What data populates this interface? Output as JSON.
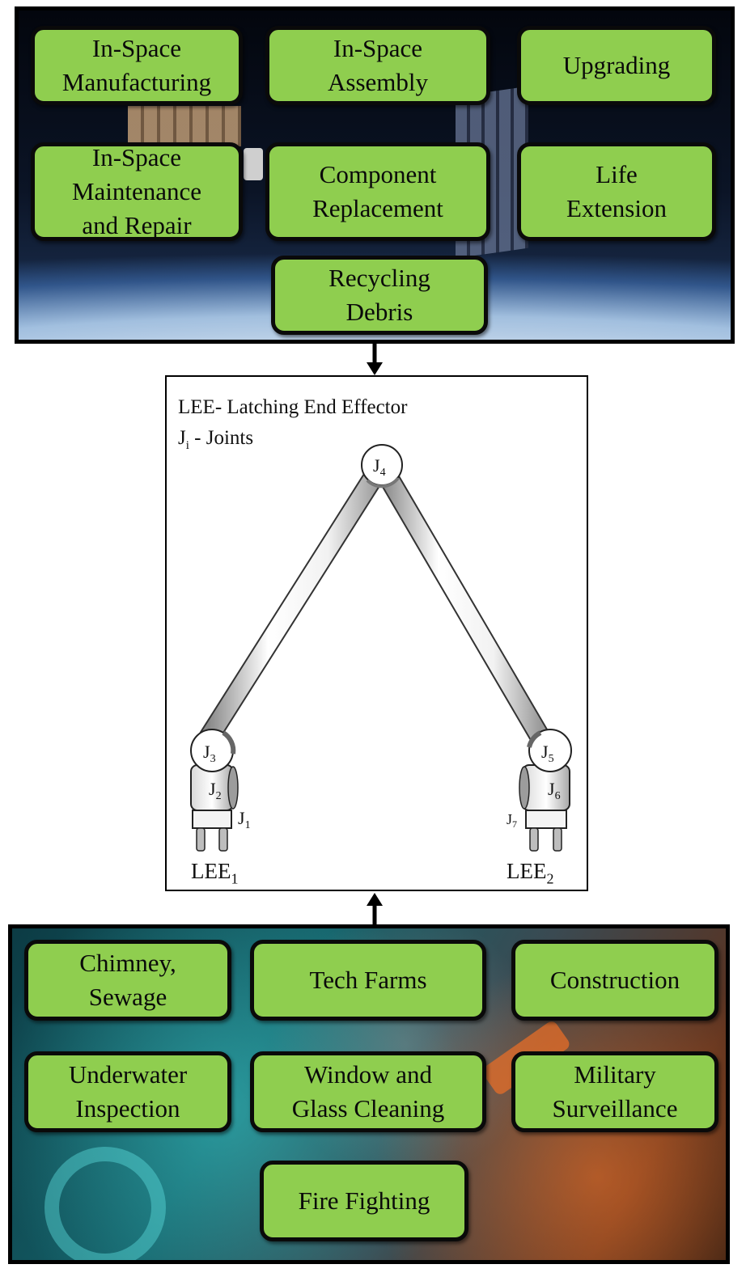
{
  "space_applications": [
    "In-Space\nManufacturing",
    "In-Space\nAssembly",
    "Upgrading",
    "In-Space\nMaintenance\nand Repair",
    "Component\nReplacement",
    "Life\nExtension",
    "Recycling\nDebris"
  ],
  "terrestrial_applications": [
    "Chimney,\nSewage",
    "Tech Farms",
    "Construction",
    "Underwater\nInspection",
    "Window and\nGlass Cleaning",
    "Military\nSurveillance",
    "Fire Fighting"
  ],
  "legend": {
    "lee_line": "LEE- Latching End Effector",
    "joint_symbol": "J",
    "joint_subscript": "i",
    "joint_text": " - Joints"
  },
  "joints": {
    "j1": {
      "base": "J",
      "sub": "1"
    },
    "j2": {
      "base": "J",
      "sub": "2"
    },
    "j3": {
      "base": "J",
      "sub": "3"
    },
    "j4": {
      "base": "J",
      "sub": "4"
    },
    "j5": {
      "base": "J",
      "sub": "5"
    },
    "j6": {
      "base": "J",
      "sub": "6"
    },
    "j7": {
      "base": "J",
      "sub": "7"
    }
  },
  "end_effectors": {
    "left": {
      "base": "LEE",
      "sub": "1"
    },
    "right": {
      "base": "LEE",
      "sub": "2"
    }
  },
  "colors": {
    "box_fill": "#8fce4f",
    "box_border": "#0a0a0a"
  }
}
